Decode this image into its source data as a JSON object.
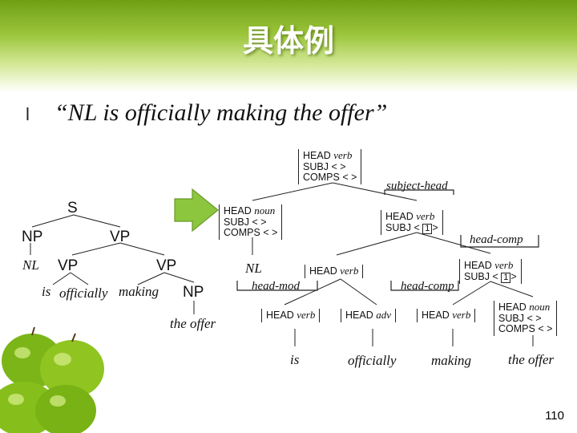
{
  "title": "具体例",
  "bullet": "l",
  "sentence": "“NL is officially making the offer”",
  "left_tree": {
    "s": "S",
    "np": "NP",
    "vp_top": "VP",
    "nl": "NL",
    "vp_mid": "VP",
    "vp_right": "VP",
    "is": "is",
    "officially": "officially",
    "making": "making",
    "np_obj": "NP",
    "the_offer": "the offer"
  },
  "avm": {
    "top": {
      "r1k": "HEAD",
      "r1v": "verb",
      "r2k": "SUBJ",
      "r2v": "< >",
      "r3k": "COMPS",
      "r3v": "< >"
    },
    "noun_left": {
      "r1k": "HEAD",
      "r1v": "noun",
      "r2k": "SUBJ",
      "r2v": "< >",
      "r3k": "COMPS",
      "r3v": "< >"
    },
    "verb_subj": {
      "r1k": "HEAD",
      "r1v": "verb",
      "r2k": "SUBJ",
      "r2pre": "<",
      "r2tag": "1",
      "r2post": ">"
    },
    "verb_mid": {
      "r1k": "HEAD",
      "r1v": "verb"
    },
    "verb_right": {
      "r1k": "HEAD",
      "r1v": "verb",
      "r2k": "SUBJ",
      "r2pre": "<",
      "r2tag": "1",
      "r2post": ">"
    },
    "leaf_is": {
      "r1k": "HEAD",
      "r1v": "verb"
    },
    "leaf_adv": {
      "r1k": "HEAD",
      "r1v": "adv"
    },
    "leaf_making": {
      "r1k": "HEAD",
      "r1v": "verb"
    },
    "leaf_noun": {
      "r1k": "HEAD",
      "r1v": "noun",
      "r2k": "SUBJ",
      "r2v": "< >",
      "r3k": "COMPS",
      "r3v": "< >"
    }
  },
  "rules": {
    "subject_head": "subject-head",
    "head_comp_top": "head-comp",
    "head_mod": "head-mod",
    "head_comp_low": "head-comp"
  },
  "right_words": {
    "nl": "NL",
    "is": "is",
    "officially": "officially",
    "making": "making",
    "the_offer": "the offer"
  },
  "page_number": "110",
  "colors": {
    "title_band": "#8db82e",
    "arrow": "#8cc63f",
    "apple": "#7cb518"
  }
}
